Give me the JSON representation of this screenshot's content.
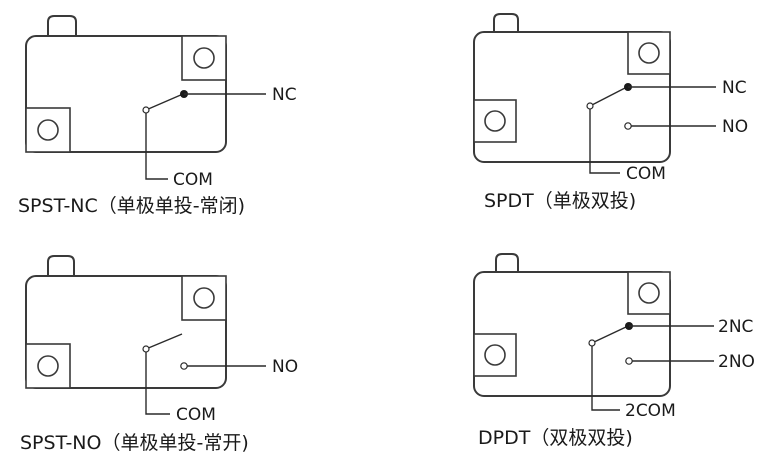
{
  "panels": [
    {
      "id": "spst-nc",
      "caption": "SPST-NC（单极单投-常闭)",
      "terminals": {
        "nc": "NC",
        "com": "COM"
      }
    },
    {
      "id": "spdt",
      "caption": "SPDT（单极双投)",
      "terminals": {
        "nc": "NC",
        "no": "NO",
        "com": "COM"
      }
    },
    {
      "id": "spst-no",
      "caption": "SPST-NO（单极单投-常开)",
      "terminals": {
        "no": "NO",
        "com": "COM"
      }
    },
    {
      "id": "dpdt",
      "caption": "DPDT（双极双投)",
      "terminals": {
        "nc": "2NC",
        "no": "2NO",
        "com": "2COM"
      }
    }
  ]
}
